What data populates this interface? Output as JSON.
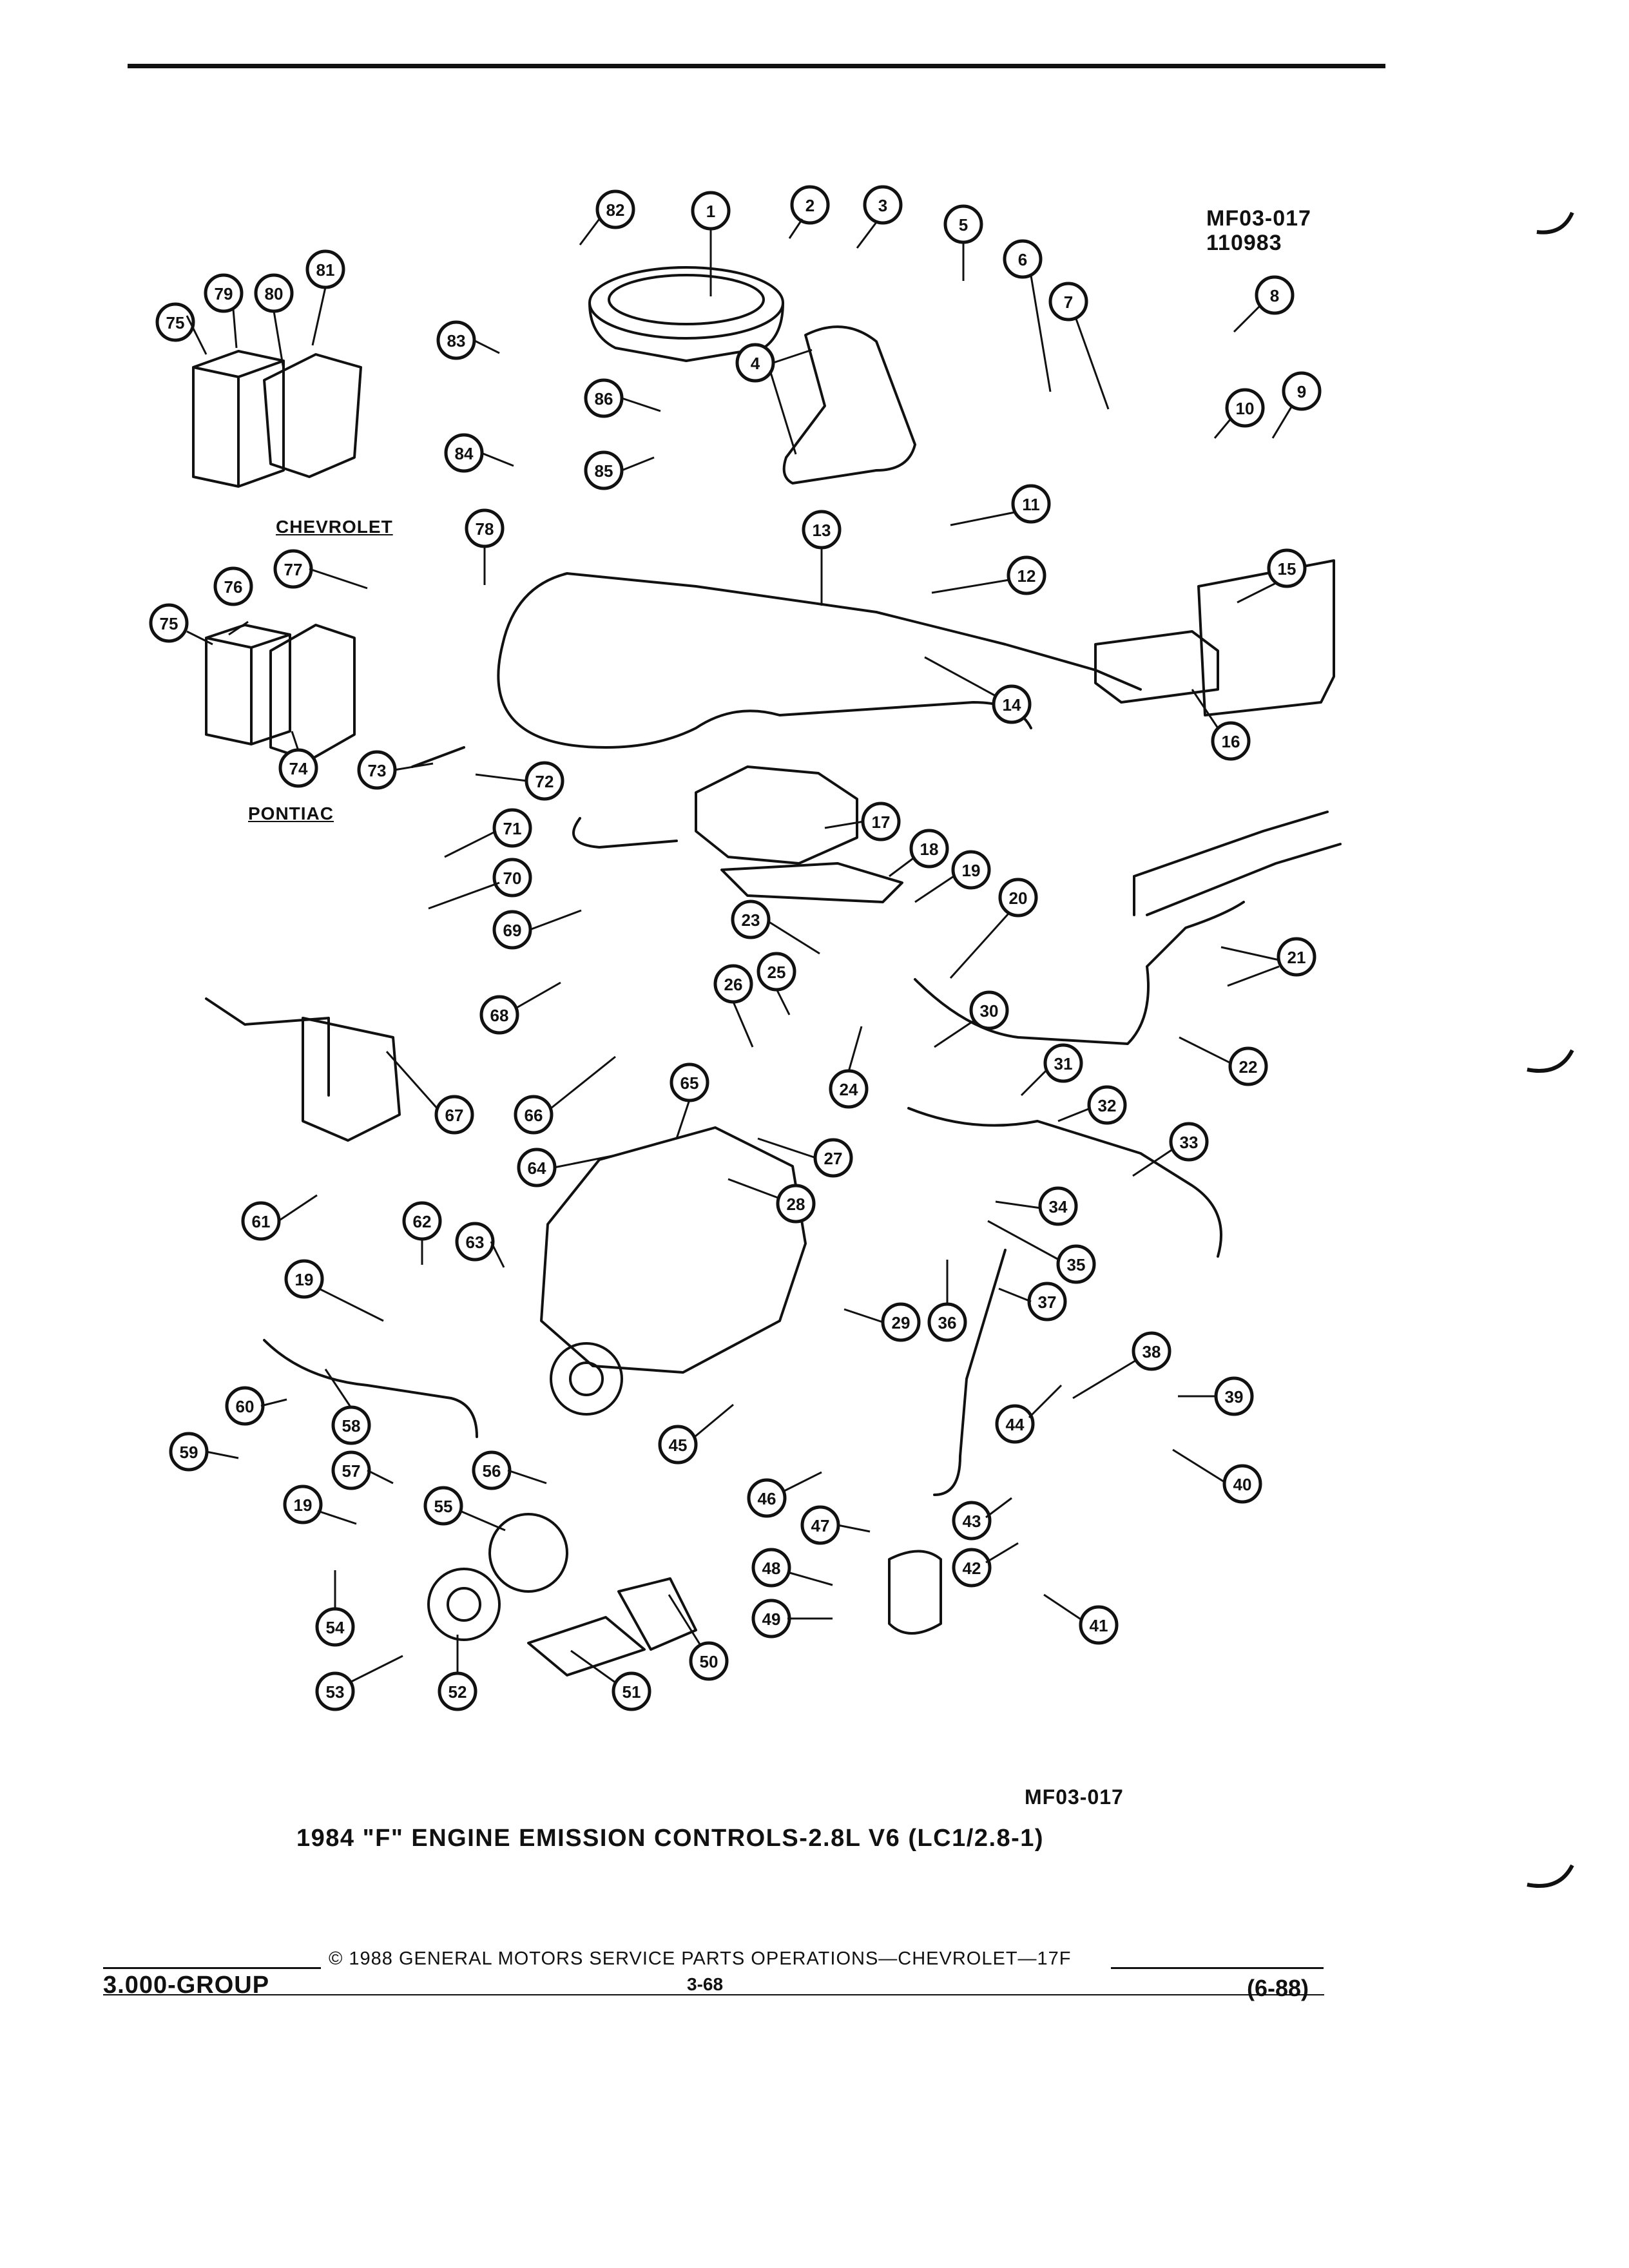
{
  "diagram": {
    "ref_top": "MF03-017",
    "ref_top_2": "110983",
    "ref_bottom": "MF03-017",
    "labels": {
      "chevrolet": "CHEVROLET",
      "pontiac": "PONTIAC"
    },
    "title": "1984 \"F\" ENGINE EMISSION CONTROLS-2.8L V6 (LC1/2.8-1)",
    "callouts": [
      "1",
      "2",
      "3",
      "4",
      "5",
      "6",
      "7",
      "8",
      "9",
      "10",
      "11",
      "12",
      "13",
      "14",
      "15",
      "16",
      "17",
      "18",
      "19",
      "20",
      "21",
      "22",
      "23",
      "24",
      "25",
      "26",
      "27",
      "28",
      "29",
      "30",
      "31",
      "32",
      "33",
      "34",
      "35",
      "36",
      "37",
      "38",
      "39",
      "40",
      "41",
      "42",
      "43",
      "44",
      "45",
      "46",
      "47",
      "48",
      "49",
      "50",
      "51",
      "52",
      "53",
      "54",
      "55",
      "56",
      "57",
      "58",
      "59",
      "60",
      "61",
      "62",
      "63",
      "64",
      "65",
      "66",
      "67",
      "68",
      "69",
      "70",
      "71",
      "72",
      "73",
      "74",
      "75",
      "76",
      "77",
      "78",
      "79",
      "80",
      "81",
      "82",
      "83",
      "84",
      "85",
      "86",
      "19",
      "19",
      "75"
    ]
  },
  "footer": {
    "copyright": "© 1988 GENERAL MOTORS SERVICE PARTS OPERATIONS—CHEVROLET—17F",
    "group": "3.000-GROUP",
    "page": "3-68",
    "date": "(6-88)"
  }
}
